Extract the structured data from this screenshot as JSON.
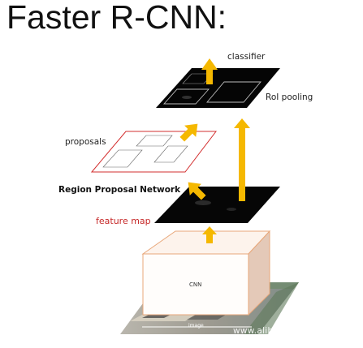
{
  "title": "Faster R-CNN:",
  "labels": {
    "classifier": "classifier",
    "roi_pooling": "RoI pooling",
    "proposals": "proposals",
    "rpn": "Region Proposal Network",
    "feature_map": "feature map",
    "cnn": "CNN",
    "image": "image"
  },
  "watermark": "www.alibabacloud.com",
  "colors": {
    "arrow": "#f5b800",
    "feature_map_label": "#c62828",
    "proposal_outline": "#d32f2f",
    "cnn_box_outline": "#e8a77a"
  }
}
